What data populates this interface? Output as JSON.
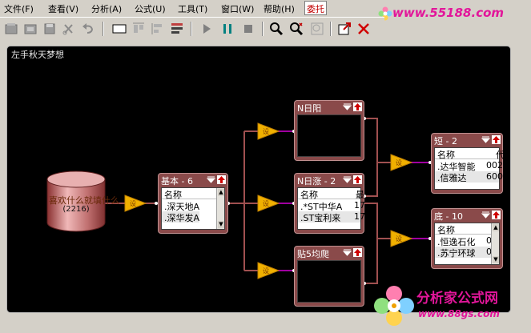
{
  "menu": {
    "items": [
      "文件(F)",
      "查看(V)",
      "分析(A)",
      "公式(U)",
      "工具(T)",
      "窗口(W)",
      "帮助(H)",
      "委托"
    ]
  },
  "watermark": {
    "top_url": "www.55188.com",
    "bottom_title": "分析家公式网",
    "bottom_url": "www.88gs.com"
  },
  "canvas": {
    "title": "左手秋天梦想"
  },
  "database": {
    "label": "喜欢什么就填什么",
    "count": "(2216)"
  },
  "nodes": {
    "jiben": {
      "title": "基本 - 6",
      "col": "名称",
      "rows": [
        ".深天地A",
        ".深华发A"
      ]
    },
    "nriyang": {
      "title": "N日阳"
    },
    "nrizhang": {
      "title": "N日涨 - 2",
      "col": "名称",
      "col2": "最",
      "rows": [
        ".*ST中华A",
        ".ST宝利来"
      ],
      "vals": [
        "17",
        "17"
      ]
    },
    "tie5": {
      "title": "贴5均爬"
    },
    "duan": {
      "title": "短 - 2",
      "col": "名称",
      "col2": "代",
      "rows": [
        ".达华智能",
        ".信雅达"
      ],
      "vals": [
        "002",
        "600"
      ]
    },
    "di": {
      "title": "底 - 10",
      "col": "名称",
      "rows": [
        ".恒逸石化",
        ".苏宁环球"
      ],
      "vals": [
        "0",
        "0"
      ]
    }
  },
  "colors": {
    "node_fill": "#8a4a4a",
    "wire": "#a05050",
    "filter_triangle": "#f0b000",
    "connector_dot": "#ffffff",
    "accent_pink": "#e2169a"
  },
  "icons": [
    "new-icon",
    "open-icon",
    "save-icon",
    "cut-icon",
    "undo-icon",
    "rect-select-icon",
    "align-top-icon",
    "align-left-icon",
    "align-right-icon",
    "run-icon",
    "pause-icon",
    "stop-icon",
    "zoom-icon",
    "zoom-fit-icon",
    "zoom-disabled-icon",
    "export-icon",
    "close-icon"
  ]
}
